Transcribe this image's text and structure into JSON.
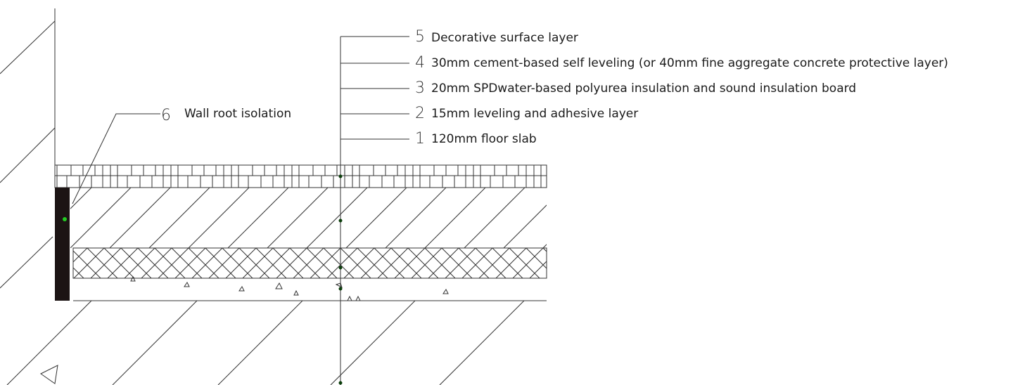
{
  "title": "Floor construction section detail",
  "layers": [
    {
      "number": "5",
      "label": "Decorative surface layer"
    },
    {
      "number": "4",
      "label": "30mm cement-based self leveling (or 40mm fine aggregate concrete protective layer)"
    },
    {
      "number": "3",
      "label": "20mm SPDwater-based polyurea insulation and sound insulation board"
    },
    {
      "number": "2",
      "label": "15mm leveling and adhesive layer"
    },
    {
      "number": "1",
      "label": "120mm floor slab"
    }
  ],
  "wall_note": {
    "number": "6",
    "label": "Wall root isolation"
  },
  "colors": {
    "line": "#222222",
    "isolation": "#1c1414",
    "dot": "#0a3d0a",
    "green_dot": "#22cc22"
  }
}
